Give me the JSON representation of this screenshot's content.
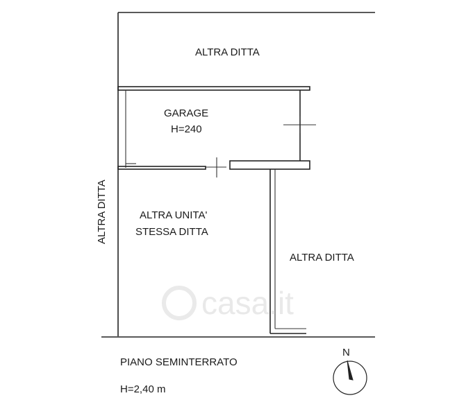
{
  "labels": {
    "altra_ditta_top": "ALTRA DITTA",
    "garage": "GARAGE",
    "garage_height": "H=240",
    "altra_ditta_left": "ALTRA DITTA",
    "altra_unita": "ALTRA UNITA'",
    "stessa_ditta": "STESSA DITTA",
    "altra_ditta_right": "ALTRA DITTA",
    "floor_name": "PIANO SEMINTERRATO",
    "floor_height": "H=2,40 m",
    "north": "N"
  },
  "watermark": {
    "text": "casa.it",
    "icon": "casa-house-logo-icon"
  },
  "colors": {
    "line": "#222222",
    "text": "#1a1a1a",
    "watermark": "#d8d8d8"
  }
}
